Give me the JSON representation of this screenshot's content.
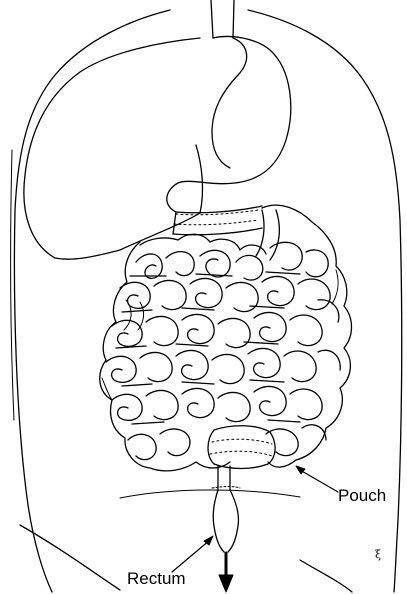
{
  "labels": {
    "pouch": "Pouch",
    "rectum": "Rectum"
  },
  "signature": "ξ",
  "colors": {
    "line": "#000000",
    "background": "#ffffff"
  }
}
